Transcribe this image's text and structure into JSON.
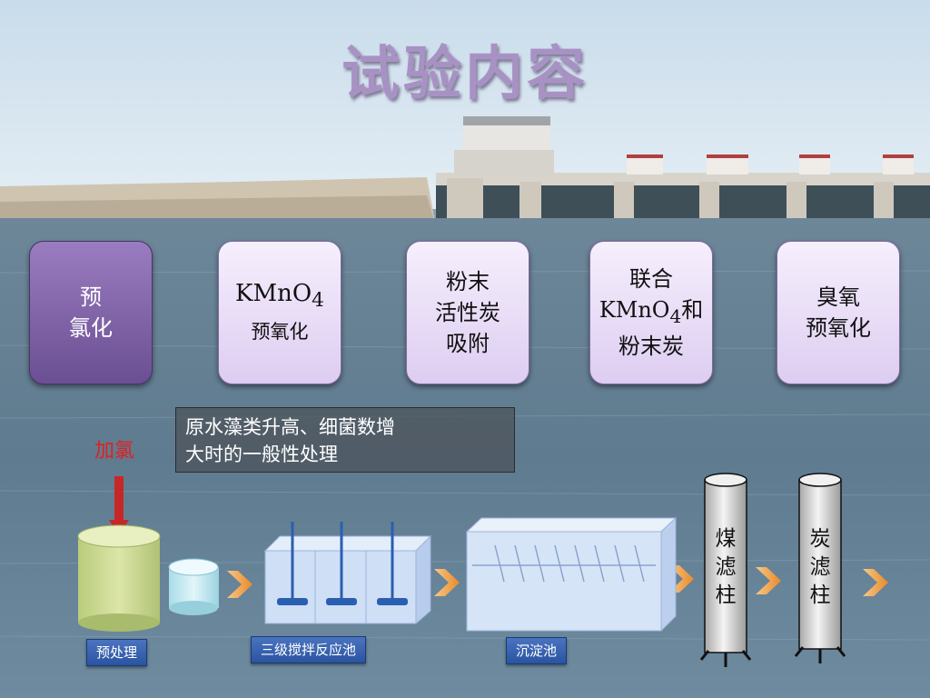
{
  "title": "试验内容",
  "cards": [
    {
      "lines": [
        "预",
        "氯化"
      ]
    },
    {
      "main": "KMnO",
      "sub": "4",
      "line2": "预氧化"
    },
    {
      "lines": [
        "粉末",
        "活性炭",
        "吸附"
      ]
    },
    {
      "l1": "联合",
      "kmn": "KMnO",
      "sub": "4",
      "he": "和",
      "l3": "粉末炭"
    },
    {
      "lines": [
        "臭氧",
        "预氧化"
      ]
    }
  ],
  "note": {
    "line1": "原水藻类升高、细菌数增",
    "line2": "大时的一般性处理"
  },
  "add_chlorine": "加氯",
  "stages": {
    "pretreat": "预处理",
    "reactor": "三级搅拌反应池",
    "sedimentation": "沉淀池",
    "coal_filter": [
      "煤",
      "滤",
      "柱"
    ],
    "carbon_filter": [
      "炭",
      "滤",
      "柱"
    ]
  },
  "colors": {
    "accent": "#7b5ea7",
    "card_light": "#e6d9f6",
    "label_blue": "#2f5fae",
    "arrow_orange": "#f0a040"
  }
}
